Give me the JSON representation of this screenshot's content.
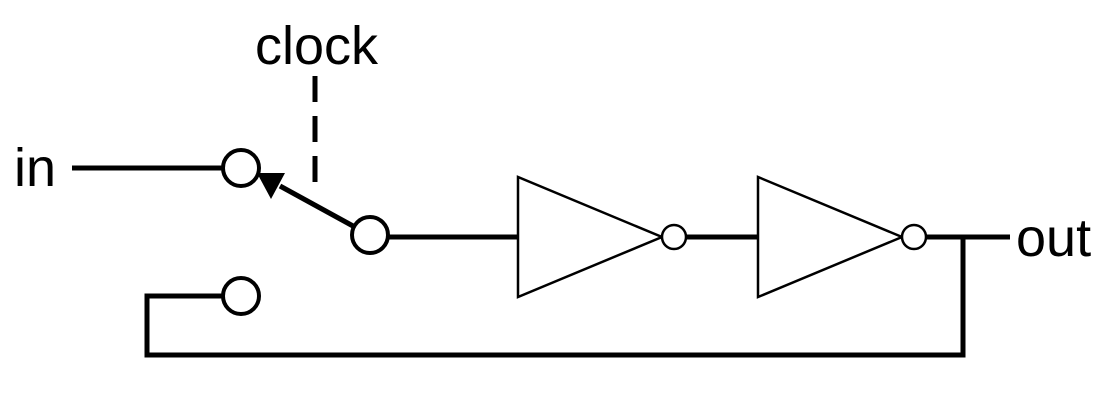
{
  "labels": {
    "input": "in",
    "clock": "clock",
    "output": "out"
  },
  "colors": {
    "stroke": "#000000",
    "background": "#ffffff"
  }
}
